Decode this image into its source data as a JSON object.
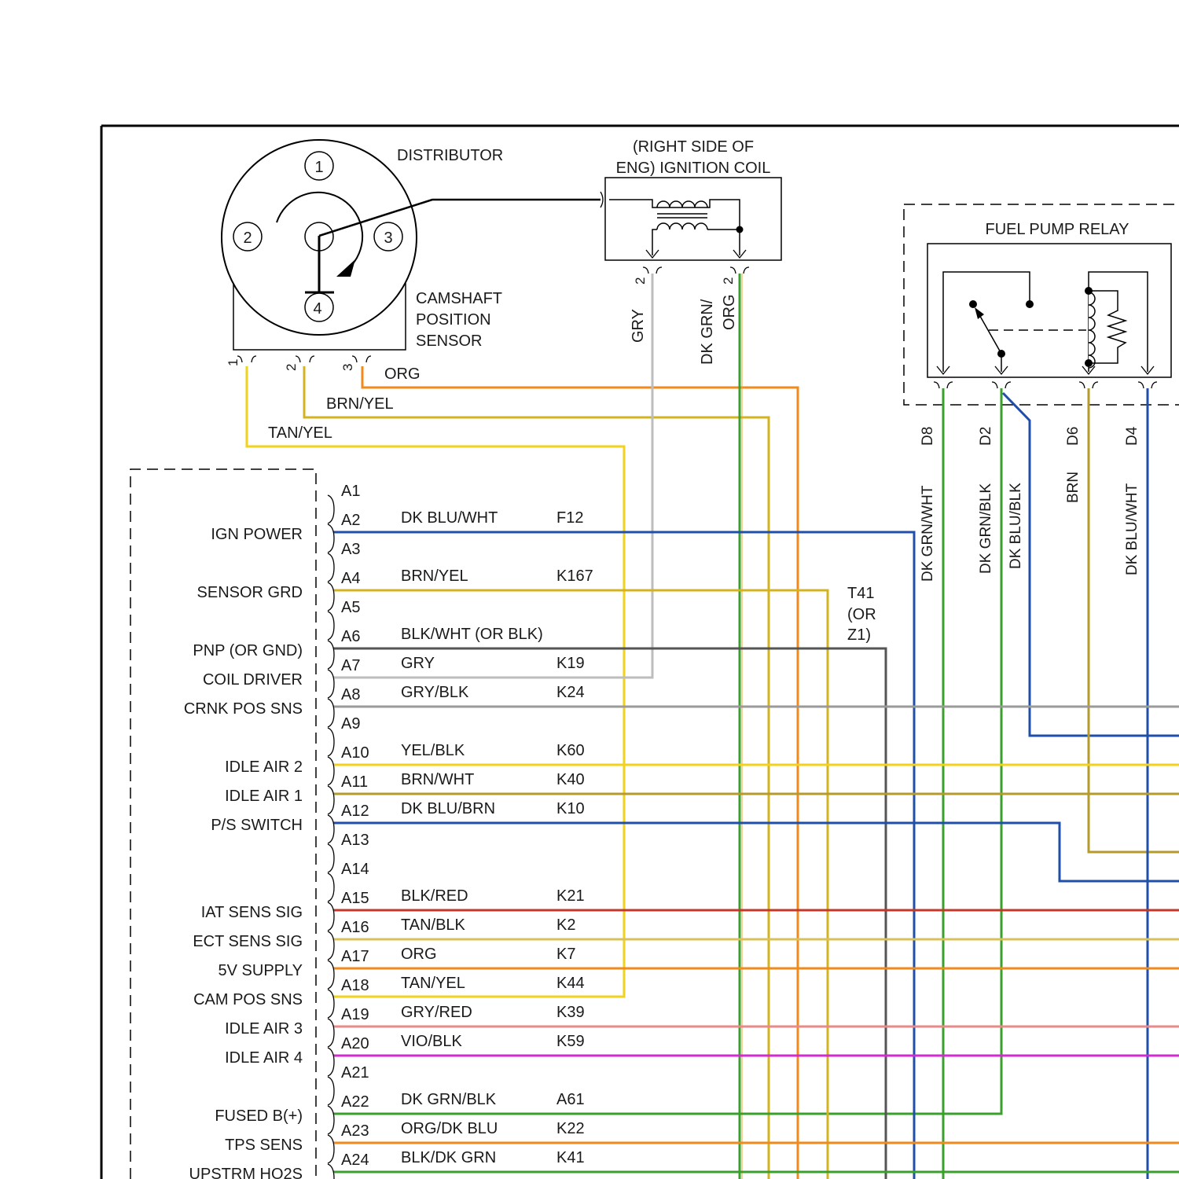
{
  "components": {
    "distributor": {
      "label": "DISTRIBUTOR",
      "terminals": [
        "1",
        "2",
        "3",
        "4"
      ]
    },
    "camshaft_sensor": {
      "label_lines": [
        "CAMSHAFT",
        "POSITION",
        "SENSOR"
      ],
      "pins": [
        "1",
        "2",
        "3"
      ]
    },
    "ignition_coil": {
      "label_lines": [
        "(RIGHT SIDE OF",
        "ENG) IGNITION COIL"
      ],
      "pins": [
        "2",
        "2"
      ]
    },
    "fuel_pump_relay": {
      "label": "FUEL PUMP RELAY"
    },
    "connector_note": [
      "T41",
      "(OR",
      "Z1)"
    ]
  },
  "upper_wires": {
    "org": "ORG",
    "brn_yel": "BRN/YEL",
    "tan_yel": "TAN/YEL",
    "gry": "GRY",
    "dk_grn_org_lines": [
      "DK GRN/",
      "ORG"
    ]
  },
  "relay_pins": [
    {
      "pin": "D8",
      "color": "DK GRN/WHT"
    },
    {
      "pin": "D2",
      "color": "DK GRN/BLK"
    },
    {
      "pin": "",
      "color": "DK BLU/BLK"
    },
    {
      "pin": "D6",
      "color": "BRN"
    },
    {
      "pin": "D4",
      "color": "DK BLU/WHT"
    }
  ],
  "pcm_pins": [
    {
      "pin": "A1",
      "function": "",
      "wire": "",
      "circuit": ""
    },
    {
      "pin": "A2",
      "function": "IGN POWER",
      "wire": "DK BLU/WHT",
      "circuit": "F12"
    },
    {
      "pin": "A3",
      "function": "",
      "wire": "",
      "circuit": ""
    },
    {
      "pin": "A4",
      "function": "SENSOR GRD",
      "wire": "BRN/YEL",
      "circuit": "K167"
    },
    {
      "pin": "A5",
      "function": "",
      "wire": "",
      "circuit": ""
    },
    {
      "pin": "A6",
      "function": "PNP (OR GND)",
      "wire": "BLK/WHT (OR BLK)",
      "circuit": ""
    },
    {
      "pin": "A7",
      "function": "COIL DRIVER",
      "wire": "GRY",
      "circuit": "K19"
    },
    {
      "pin": "A8",
      "function": "CRNK POS SNS",
      "wire": "GRY/BLK",
      "circuit": "K24"
    },
    {
      "pin": "A9",
      "function": "",
      "wire": "",
      "circuit": ""
    },
    {
      "pin": "A10",
      "function": "IDLE AIR 2",
      "wire": "YEL/BLK",
      "circuit": "K60"
    },
    {
      "pin": "A11",
      "function": "IDLE AIR 1",
      "wire": "BRN/WHT",
      "circuit": "K40"
    },
    {
      "pin": "A12",
      "function": "P/S SWITCH",
      "wire": "DK BLU/BRN",
      "circuit": "K10"
    },
    {
      "pin": "A13",
      "function": "",
      "wire": "",
      "circuit": ""
    },
    {
      "pin": "A14",
      "function": "",
      "wire": "",
      "circuit": ""
    },
    {
      "pin": "A15",
      "function": "IAT SENS SIG",
      "wire": "BLK/RED",
      "circuit": "K21"
    },
    {
      "pin": "A16",
      "function": "ECT SENS SIG",
      "wire": "TAN/BLK",
      "circuit": "K2"
    },
    {
      "pin": "A17",
      "function": "5V SUPPLY",
      "wire": "ORG",
      "circuit": "K7"
    },
    {
      "pin": "A18",
      "function": "CAM POS SNS",
      "wire": "TAN/YEL",
      "circuit": "K44"
    },
    {
      "pin": "A19",
      "function": "IDLE AIR 3",
      "wire": "GRY/RED",
      "circuit": "K39"
    },
    {
      "pin": "A20",
      "function": "IDLE AIR 4",
      "wire": "VIO/BLK",
      "circuit": "K59"
    },
    {
      "pin": "A21",
      "function": "",
      "wire": "",
      "circuit": ""
    },
    {
      "pin": "A22",
      "function": "FUSED B(+)",
      "wire": "DK GRN/BLK",
      "circuit": "A61"
    },
    {
      "pin": "A23",
      "function": "TPS SENS",
      "wire": "ORG/DK BLU",
      "circuit": "K22"
    },
    {
      "pin": "A24",
      "function": "UPSTRM HO2S",
      "wire": "BLK/DK GRN",
      "circuit": "K41"
    }
  ],
  "colors": {
    "blue": "#1f4fa8",
    "yellow": "#f2d21b",
    "olive": "#b59a2c",
    "orange": "#f08a1c",
    "green": "#3aa02c",
    "gray": "#bdbdbd",
    "dark_gray": "#555555",
    "red": "#c0392b",
    "pink": "#e88a8a",
    "magenta": "#d22bd2",
    "tan": "#d8c15a"
  }
}
